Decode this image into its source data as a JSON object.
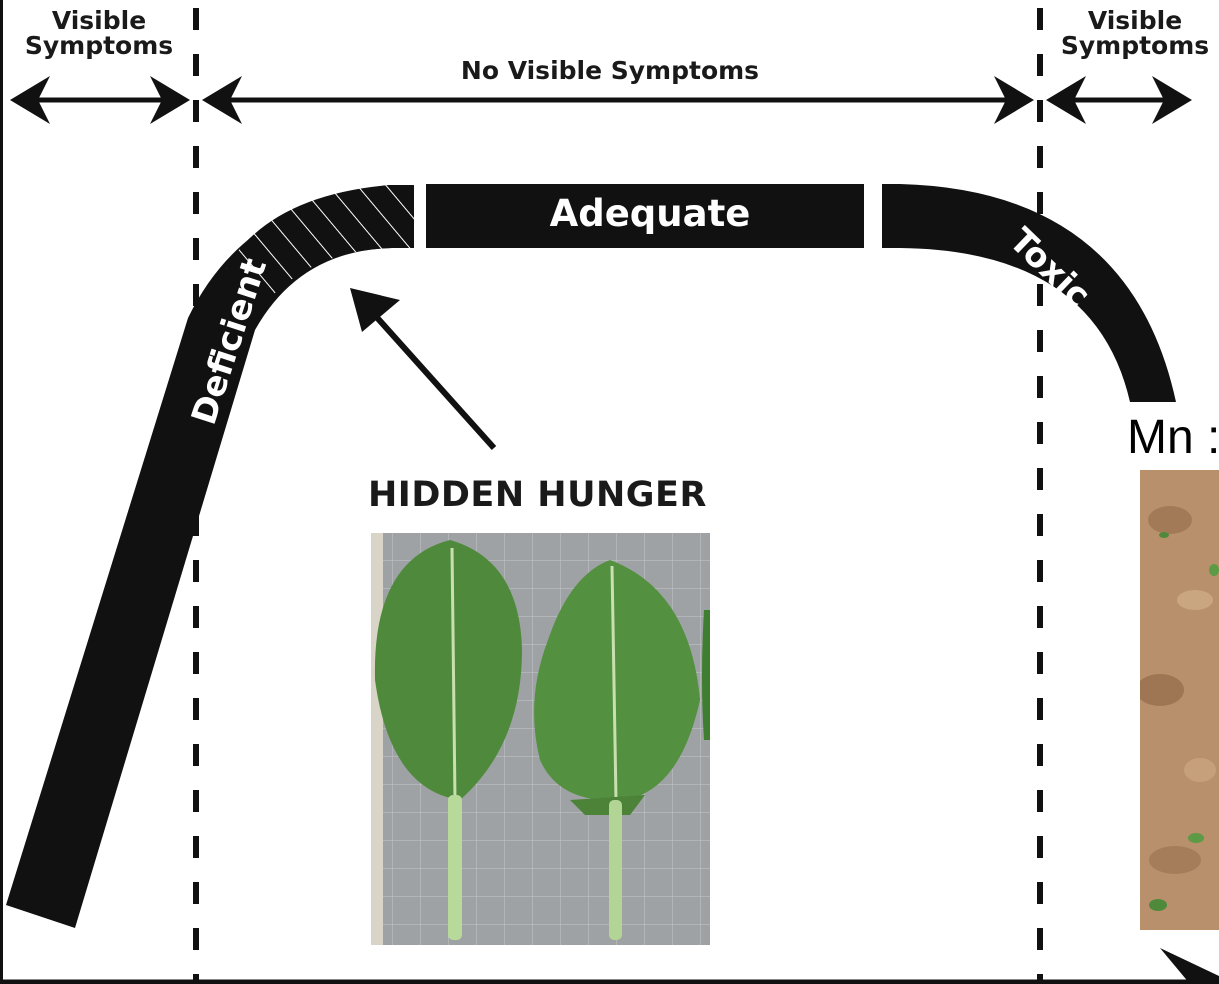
{
  "labels": {
    "visible_symptoms_left": "Visible Symptoms",
    "no_visible_symptoms": "No Visible Symptoms",
    "visible_symptoms_right": "Visible Symptoms",
    "deficient": "Deficient",
    "adequate": "Adequate",
    "toxic": "Toxic",
    "hidden_hunger": "HIDDEN HUNGER",
    "mn_partial": "Mn :"
  },
  "colors": {
    "curve": "#111111",
    "background": "#ffffff",
    "leaf_board": "#9ea2a4",
    "leaf": "#4e8a3a",
    "soil": "#b8906c"
  },
  "icons": {
    "leaf_photo": "kale-leaves-photo",
    "soil_photo": "seedling-soil-photo"
  }
}
